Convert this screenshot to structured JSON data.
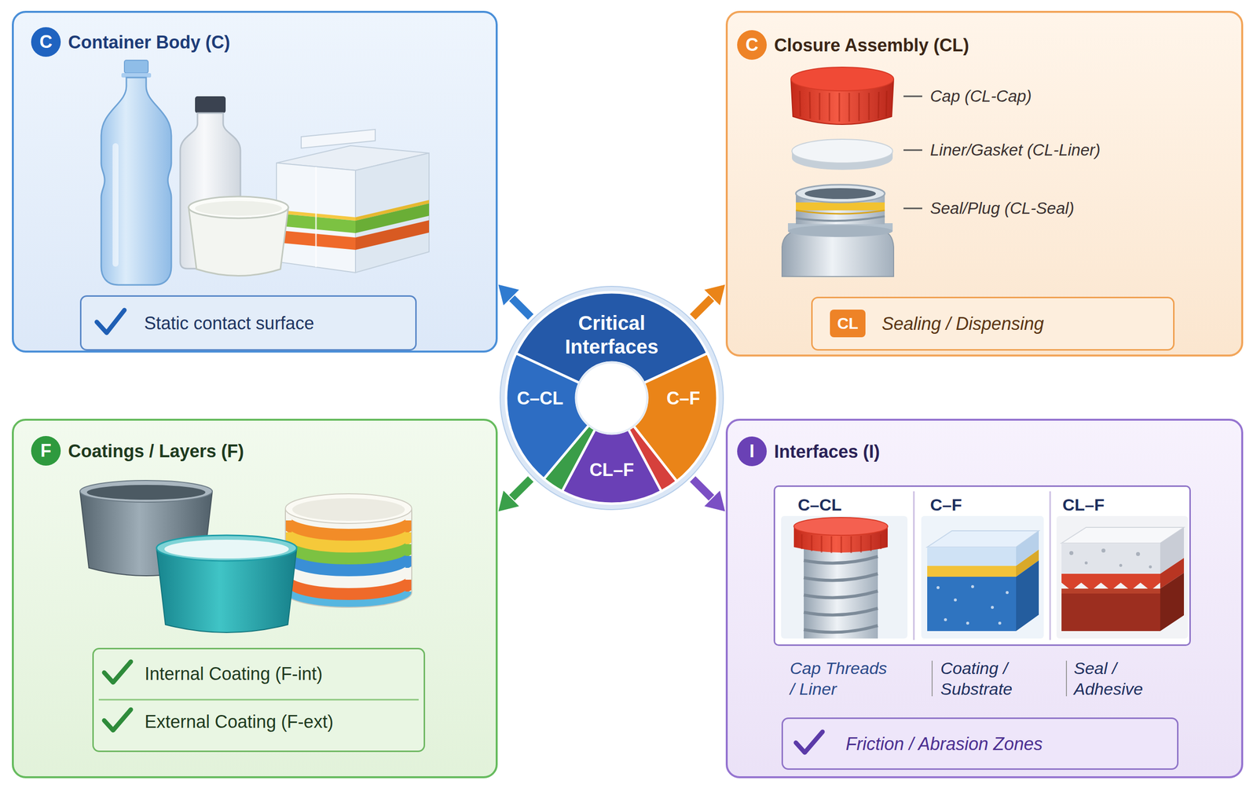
{
  "diagram": {
    "nodes": [
      {
        "text": [
          "C",
          "Container Body (C)"
        ]
      },
      {
        "text": [
          "Static contact surface"
        ],
        "in": 0
      },
      {
        "text": [
          "C",
          "Closure Assembly (CL)"
        ]
      },
      {
        "text": [
          "CL",
          "Sealing / Dispensing"
        ],
        "in": 2
      },
      {
        "text": [
          "Critical Interfaces",
          "C–CL",
          "C–F",
          "CL–F"
        ]
      },
      {
        "text": [
          "F",
          "Coatings / Layers (F)"
        ]
      },
      {
        "text": [
          "Internal Coating (F-int)",
          "External Coating (F-ext)"
        ],
        "in": 5
      },
      {
        "text": [
          "I",
          "Interfaces (I)"
        ]
      },
      {
        "text": [
          "C–CL",
          "C–F",
          "CL–F"
        ],
        "in": 7
      },
      {
        "text": [
          "Friction / Abrasion Zones"
        ],
        "in": 7
      }
    ],
    "edges": [
      {
        "from": 4,
        "to": 0,
        "arrow": "to"
      },
      {
        "from": 4,
        "to": 2,
        "arrow": "to"
      },
      {
        "from": 4,
        "to": 5,
        "arrow": "to"
      },
      {
        "from": 4,
        "to": 7,
        "arrow": "to"
      }
    ],
    "labels": [
      "Cap (CL-Cap)",
      "Liner/Gasket (CL-Liner)",
      "Seal/Plug (CL-Seal)",
      "Cap Threads / Liner",
      "Coating / Substrate",
      "Seal / Adhesive"
    ]
  }
}
